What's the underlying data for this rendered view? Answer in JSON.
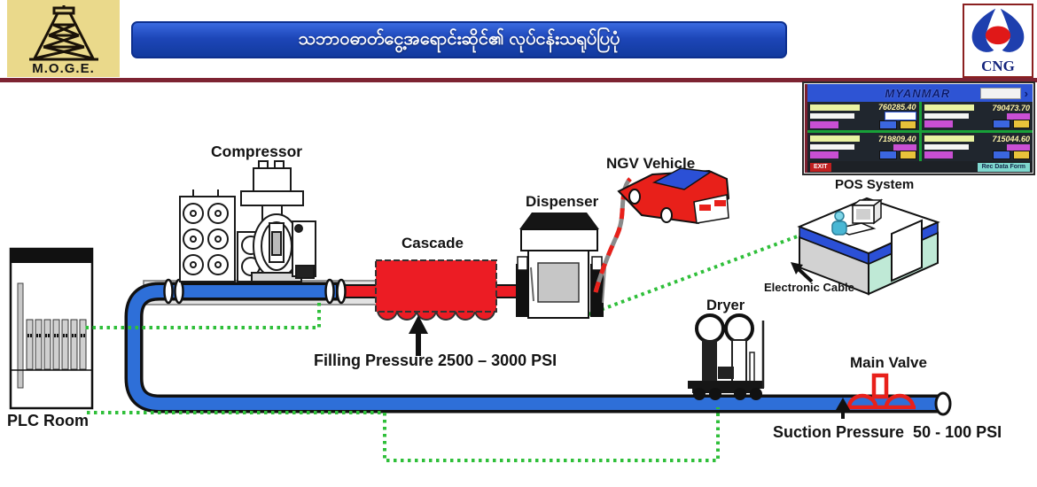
{
  "header": {
    "title": "သဘာဝဓာတ်ငွေ့အရောင်းဆိုင်၏ လုပ်ငန်းသရုပ်ပြပုံ",
    "moge_label": "M.O.G.E.",
    "cng_label": "CNG"
  },
  "pos_monitor": {
    "title": "MYANMAR",
    "nav_arrow": "›",
    "panels": [
      {
        "reading": "760285.40"
      },
      {
        "reading": "790473.70"
      },
      {
        "reading": "719809.40"
      },
      {
        "reading": "715044.60"
      }
    ],
    "exit_button": "EXIT",
    "footer_button": "Rec Data Form"
  },
  "labels": {
    "compressor": "Compressor",
    "cascade": "Cascade",
    "dispenser": "Dispenser",
    "ngv_vehicle": "NGV Vehicle",
    "pos_system": "POS System",
    "electronic_cable": "Electronic Cable",
    "dryer": "Dryer",
    "main_valve": "Main Valve",
    "plc_room": "PLC Room",
    "filling_pressure": "Filling Pressure 2500 – 3000 PSI",
    "suction_pressure": "Suction Pressure  50 - 100 PSI"
  },
  "colors": {
    "title_bar_blue": "#1d46b8",
    "maroon_line": "#7d2332",
    "pipe_blue": "#2e6fd8",
    "equipment_red": "#ec1c24",
    "cable_green": "#2fbf3a",
    "moge_yellow": "#ead98b"
  }
}
